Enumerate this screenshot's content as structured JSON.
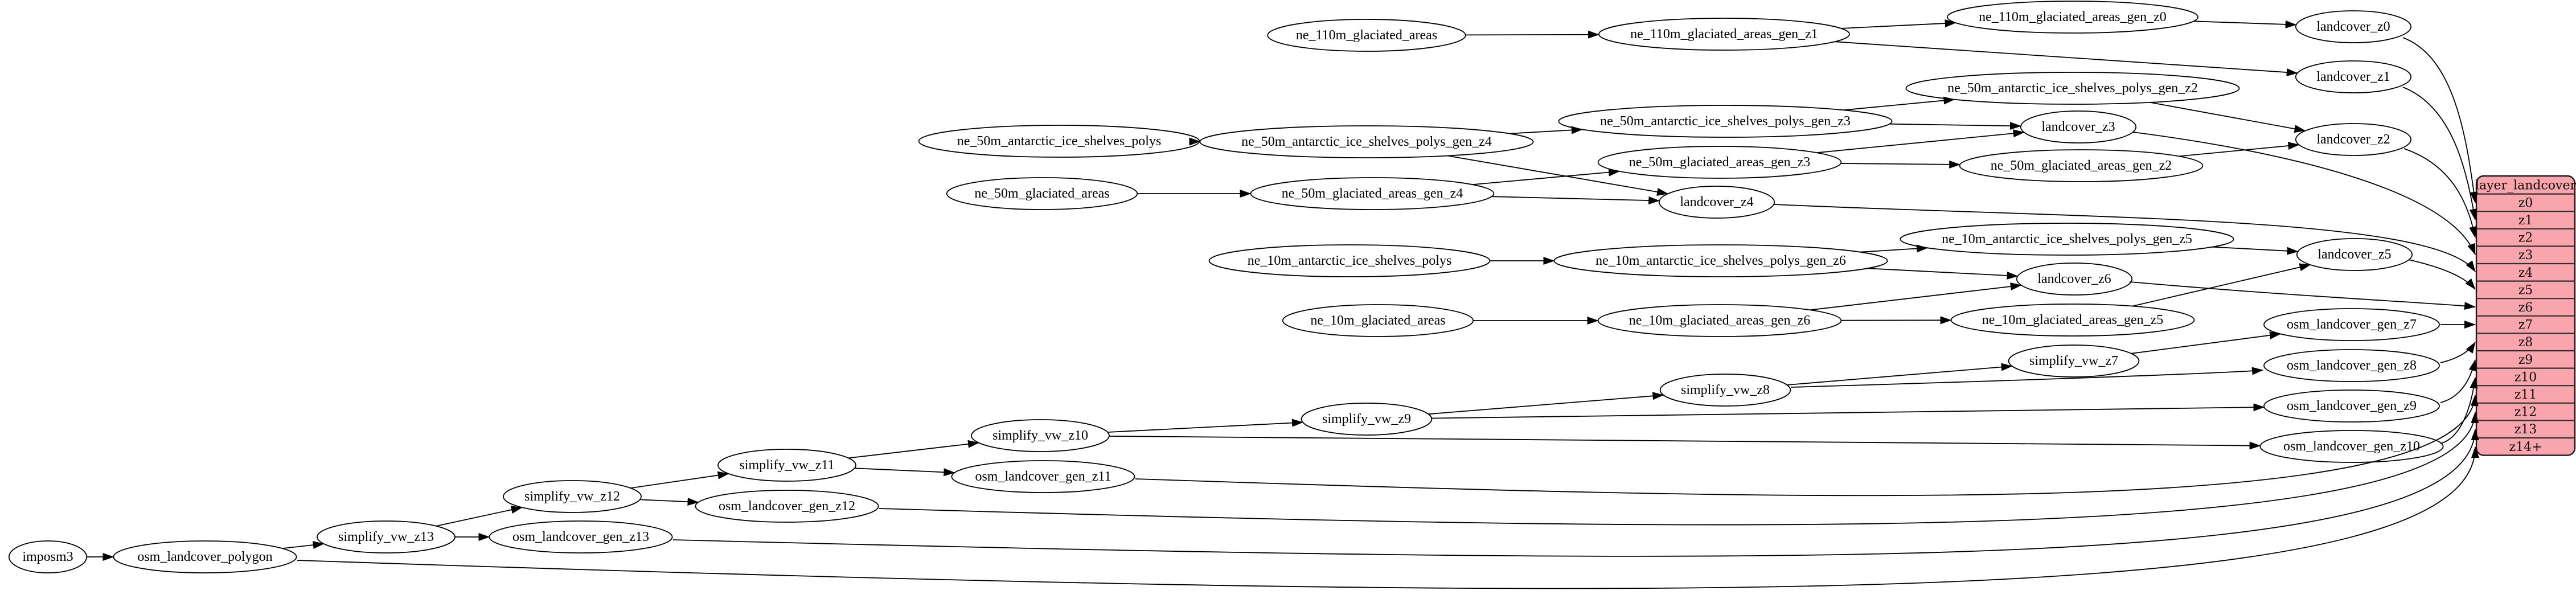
{
  "diagram": {
    "kind": "etl-dependency-graph",
    "background": "#ffffff",
    "edge_color": "#000000",
    "node_fill": "#ffffff",
    "node_stroke": "#000000",
    "nodes": [
      {
        "id": "imposm3",
        "label": "imposm3"
      },
      {
        "id": "osm_landcover_polygon",
        "label": "osm_landcover_polygon"
      },
      {
        "id": "simplify_vw_z13",
        "label": "simplify_vw_z13"
      },
      {
        "id": "osm_landcover_gen_z13",
        "label": "osm_landcover_gen_z13"
      },
      {
        "id": "simplify_vw_z12",
        "label": "simplify_vw_z12"
      },
      {
        "id": "osm_landcover_gen_z12",
        "label": "osm_landcover_gen_z12"
      },
      {
        "id": "simplify_vw_z11",
        "label": "simplify_vw_z11"
      },
      {
        "id": "osm_landcover_gen_z11",
        "label": "osm_landcover_gen_z11"
      },
      {
        "id": "simplify_vw_z10",
        "label": "simplify_vw_z10"
      },
      {
        "id": "simplify_vw_z9",
        "label": "simplify_vw_z9"
      },
      {
        "id": "simplify_vw_z8",
        "label": "simplify_vw_z8"
      },
      {
        "id": "simplify_vw_z7",
        "label": "simplify_vw_z7"
      },
      {
        "id": "osm_landcover_gen_z7",
        "label": "osm_landcover_gen_z7"
      },
      {
        "id": "osm_landcover_gen_z8",
        "label": "osm_landcover_gen_z8"
      },
      {
        "id": "osm_landcover_gen_z9",
        "label": "osm_landcover_gen_z9"
      },
      {
        "id": "osm_landcover_gen_z10",
        "label": "osm_landcover_gen_z10"
      },
      {
        "id": "ne_110m_glaciated_areas",
        "label": "ne_110m_glaciated_areas"
      },
      {
        "id": "ne_110m_glaciated_areas_gen_z1",
        "label": "ne_110m_glaciated_areas_gen_z1"
      },
      {
        "id": "ne_110m_glaciated_areas_gen_z0",
        "label": "ne_110m_glaciated_areas_gen_z0"
      },
      {
        "id": "landcover_z0",
        "label": "landcover_z0"
      },
      {
        "id": "landcover_z1",
        "label": "landcover_z1"
      },
      {
        "id": "ne_50m_antarctic_ice_shelves_polys",
        "label": "ne_50m_antarctic_ice_shelves_polys"
      },
      {
        "id": "ne_50m_antarctic_ice_shelves_polys_gen_z4",
        "label": "ne_50m_antarctic_ice_shelves_polys_gen_z4"
      },
      {
        "id": "ne_50m_antarctic_ice_shelves_polys_gen_z3",
        "label": "ne_50m_antarctic_ice_shelves_polys_gen_z3"
      },
      {
        "id": "ne_50m_antarctic_ice_shelves_polys_gen_z2",
        "label": "ne_50m_antarctic_ice_shelves_polys_gen_z2"
      },
      {
        "id": "ne_50m_glaciated_areas",
        "label": "ne_50m_glaciated_areas"
      },
      {
        "id": "ne_50m_glaciated_areas_gen_z4",
        "label": "ne_50m_glaciated_areas_gen_z4"
      },
      {
        "id": "ne_50m_glaciated_areas_gen_z3",
        "label": "ne_50m_glaciated_areas_gen_z3"
      },
      {
        "id": "ne_50m_glaciated_areas_gen_z2",
        "label": "ne_50m_glaciated_areas_gen_z2"
      },
      {
        "id": "landcover_z2",
        "label": "landcover_z2"
      },
      {
        "id": "landcover_z3",
        "label": "landcover_z3"
      },
      {
        "id": "landcover_z4",
        "label": "landcover_z4"
      },
      {
        "id": "ne_10m_antarctic_ice_shelves_polys",
        "label": "ne_10m_antarctic_ice_shelves_polys"
      },
      {
        "id": "ne_10m_antarctic_ice_shelves_polys_gen_z6",
        "label": "ne_10m_antarctic_ice_shelves_polys_gen_z6"
      },
      {
        "id": "ne_10m_antarctic_ice_shelves_polys_gen_z5",
        "label": "ne_10m_antarctic_ice_shelves_polys_gen_z5"
      },
      {
        "id": "ne_10m_glaciated_areas",
        "label": "ne_10m_glaciated_areas"
      },
      {
        "id": "ne_10m_glaciated_areas_gen_z6",
        "label": "ne_10m_glaciated_areas_gen_z6"
      },
      {
        "id": "ne_10m_glaciated_areas_gen_z5",
        "label": "ne_10m_glaciated_areas_gen_z5"
      },
      {
        "id": "landcover_z5",
        "label": "landcover_z5"
      },
      {
        "id": "landcover_z6",
        "label": "landcover_z6"
      }
    ],
    "edges": [
      {
        "from": "ne_110m_glaciated_areas",
        "to": "ne_110m_glaciated_areas_gen_z1"
      },
      {
        "from": "ne_110m_glaciated_areas_gen_z1",
        "to": "ne_110m_glaciated_areas_gen_z0"
      },
      {
        "from": "ne_110m_glaciated_areas_gen_z1",
        "to": "landcover_z1"
      },
      {
        "from": "ne_110m_glaciated_areas_gen_z0",
        "to": "landcover_z0"
      },
      {
        "from": "landcover_z0",
        "row": "z0"
      },
      {
        "from": "landcover_z1",
        "row": "z1"
      },
      {
        "from": "ne_50m_antarctic_ice_shelves_polys",
        "to": "ne_50m_antarctic_ice_shelves_polys_gen_z4"
      },
      {
        "from": "ne_50m_antarctic_ice_shelves_polys_gen_z4",
        "to": "ne_50m_antarctic_ice_shelves_polys_gen_z3"
      },
      {
        "from": "ne_50m_antarctic_ice_shelves_polys_gen_z4",
        "to": "landcover_z4"
      },
      {
        "from": "ne_50m_antarctic_ice_shelves_polys_gen_z3",
        "to": "ne_50m_antarctic_ice_shelves_polys_gen_z2"
      },
      {
        "from": "ne_50m_antarctic_ice_shelves_polys_gen_z3",
        "to": "landcover_z3"
      },
      {
        "from": "ne_50m_antarctic_ice_shelves_polys_gen_z2",
        "to": "landcover_z2"
      },
      {
        "from": "ne_50m_glaciated_areas",
        "to": "ne_50m_glaciated_areas_gen_z4"
      },
      {
        "from": "ne_50m_glaciated_areas_gen_z4",
        "to": "ne_50m_glaciated_areas_gen_z3"
      },
      {
        "from": "ne_50m_glaciated_areas_gen_z4",
        "to": "landcover_z4"
      },
      {
        "from": "ne_50m_glaciated_areas_gen_z3",
        "to": "ne_50m_glaciated_areas_gen_z2"
      },
      {
        "from": "ne_50m_glaciated_areas_gen_z3",
        "to": "landcover_z3"
      },
      {
        "from": "ne_50m_glaciated_areas_gen_z2",
        "to": "landcover_z2"
      },
      {
        "from": "landcover_z2",
        "row": "z2"
      },
      {
        "from": "landcover_z3",
        "row": "z3"
      },
      {
        "from": "landcover_z4",
        "row": "z4"
      },
      {
        "from": "ne_10m_antarctic_ice_shelves_polys",
        "to": "ne_10m_antarctic_ice_shelves_polys_gen_z6"
      },
      {
        "from": "ne_10m_antarctic_ice_shelves_polys_gen_z6",
        "to": "ne_10m_antarctic_ice_shelves_polys_gen_z5"
      },
      {
        "from": "ne_10m_antarctic_ice_shelves_polys_gen_z6",
        "to": "landcover_z6"
      },
      {
        "from": "ne_10m_antarctic_ice_shelves_polys_gen_z5",
        "to": "landcover_z5"
      },
      {
        "from": "ne_10m_glaciated_areas",
        "to": "ne_10m_glaciated_areas_gen_z6"
      },
      {
        "from": "ne_10m_glaciated_areas_gen_z6",
        "to": "ne_10m_glaciated_areas_gen_z5"
      },
      {
        "from": "ne_10m_glaciated_areas_gen_z6",
        "to": "landcover_z6"
      },
      {
        "from": "ne_10m_glaciated_areas_gen_z5",
        "to": "landcover_z5"
      },
      {
        "from": "landcover_z5",
        "row": "z5"
      },
      {
        "from": "landcover_z6",
        "row": "z6"
      },
      {
        "from": "imposm3",
        "to": "osm_landcover_polygon"
      },
      {
        "from": "osm_landcover_polygon",
        "to": "simplify_vw_z13"
      },
      {
        "from": "osm_landcover_polygon",
        "row": "z14+"
      },
      {
        "from": "simplify_vw_z13",
        "to": "simplify_vw_z12"
      },
      {
        "from": "simplify_vw_z13",
        "to": "osm_landcover_gen_z13"
      },
      {
        "from": "osm_landcover_gen_z13",
        "row": "z13"
      },
      {
        "from": "simplify_vw_z12",
        "to": "simplify_vw_z11"
      },
      {
        "from": "simplify_vw_z12",
        "to": "osm_landcover_gen_z12"
      },
      {
        "from": "osm_landcover_gen_z12",
        "row": "z12"
      },
      {
        "from": "simplify_vw_z11",
        "to": "simplify_vw_z10"
      },
      {
        "from": "simplify_vw_z11",
        "to": "osm_landcover_gen_z11"
      },
      {
        "from": "osm_landcover_gen_z11",
        "row": "z11"
      },
      {
        "from": "simplify_vw_z10",
        "to": "simplify_vw_z9"
      },
      {
        "from": "simplify_vw_z10",
        "to": "osm_landcover_gen_z10"
      },
      {
        "from": "osm_landcover_gen_z10",
        "row": "z10"
      },
      {
        "from": "simplify_vw_z9",
        "to": "simplify_vw_z8"
      },
      {
        "from": "simplify_vw_z9",
        "to": "osm_landcover_gen_z9"
      },
      {
        "from": "osm_landcover_gen_z9",
        "row": "z9"
      },
      {
        "from": "simplify_vw_z8",
        "to": "simplify_vw_z7"
      },
      {
        "from": "simplify_vw_z8",
        "to": "osm_landcover_gen_z8"
      },
      {
        "from": "osm_landcover_gen_z8",
        "row": "z8"
      },
      {
        "from": "simplify_vw_z7",
        "to": "osm_landcover_gen_z7"
      },
      {
        "from": "osm_landcover_gen_z7",
        "row": "z7"
      }
    ],
    "table": {
      "title": "layer_landcover",
      "rows": [
        "z0",
        "z1",
        "z2",
        "z3",
        "z4",
        "z5",
        "z6",
        "z7",
        "z8",
        "z9",
        "z10",
        "z11",
        "z12",
        "z13",
        "z14+"
      ],
      "fill": "#f8a5ad",
      "stroke": "#1a1a1a",
      "divider_color": "#2f2f2f"
    }
  }
}
